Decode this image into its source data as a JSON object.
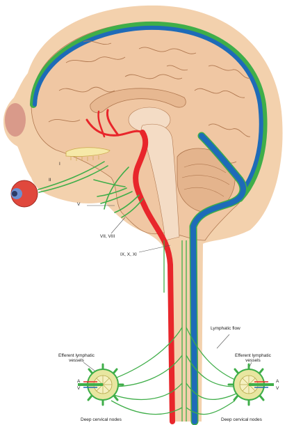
{
  "labels": {
    "nerve_1": "I",
    "nerve_2": "II",
    "nerve_5": "V",
    "nerve_7_8": "VII, VIII",
    "nerve_9_10_11": "IX, X, XI",
    "lymphatic_flow": "Lymphatic flow",
    "efferent_left_line1": "Efferent lymphatic",
    "efferent_left_line2": "vessels",
    "efferent_right_line1": "Efferent lymphatic",
    "efferent_right_line2": "vessels",
    "artery_left": "A",
    "vein_left": "V",
    "artery_right": "A",
    "vein_right": "V",
    "deep_nodes_left": "Deep cervical nodes",
    "deep_nodes_right": "Deep cervical nodes"
  },
  "colors": {
    "skin": "#f3d1ad",
    "brain": "#f0c7a3",
    "gyri_lines": "#b07850",
    "artery": "#e8262b",
    "vein": "#1e6bb8",
    "lymphatic": "#3fae49",
    "node": "#e8e6a0"
  }
}
